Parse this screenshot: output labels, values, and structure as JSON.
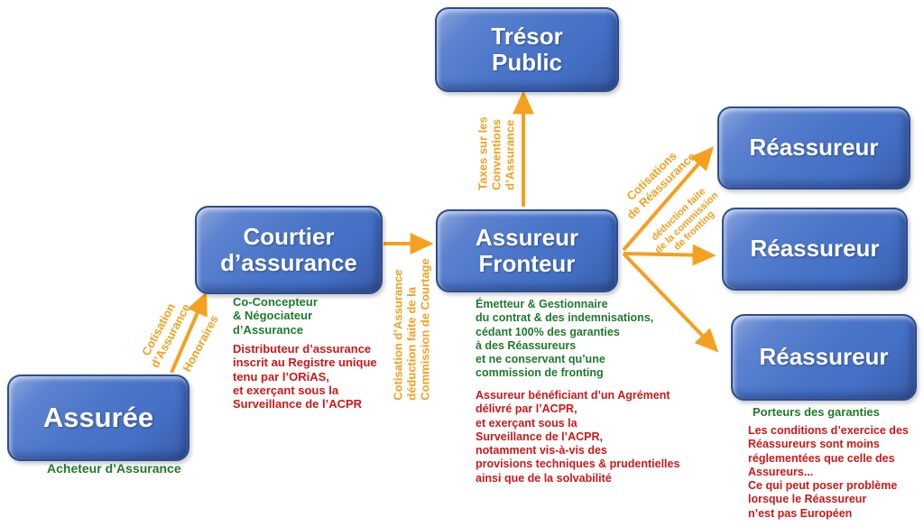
{
  "diagram": {
    "colors": {
      "box_fill": "#4a75c8",
      "box_border": "#2d4d92",
      "arrow_orange": "#f5a01e",
      "note_green": "#1e7b2c",
      "note_red": "#d01717"
    },
    "nodes": {
      "tresor": {
        "label": "Trésor\nPublic"
      },
      "courtier": {
        "label": "Courtier\nd’assurance"
      },
      "assureur": {
        "label": "Assureur\nFronteur"
      },
      "reassureur1": {
        "label": "Réassureur"
      },
      "reassureur2": {
        "label": "Réassureur"
      },
      "reassureur3": {
        "label": "Réassureur"
      },
      "assuree": {
        "label": "Assurée"
      }
    },
    "flow_labels": {
      "cotisation_assurance": "Cotisation\nd’Assurance",
      "honoraires": "Honoraires",
      "cotisation_deduction": "Cotisation d’Assurance\ndéduction faite de la\nCommission de Courtage",
      "taxes": "Taxes sur les\nConventions\nd’Assurance",
      "cotisations_reassurance": "Cotisations\nde Réassurance",
      "deduction_fronting": "déduction faite\nde la commission\nde fronting"
    },
    "notes": {
      "assuree_green": "Acheteur d’Assurance",
      "courtier_green": "Co-Concepteur\n& Négociateur\nd’Assurance",
      "courtier_red": "Distributeur d’assurance\ninscrit au Registre unique\ntenu par l’ORiAS,\net exerçant sous la\nSurveillance de l’ACPR",
      "assureur_green": "Émetteur & Gestionnaire\ndu contrat & des indemnisations,\ncédant 100% des garanties\nà des Réassureurs\net ne conservant qu’une\ncommission de fronting",
      "assureur_red": "Assureur bénéficiant d’un Agrément\ndélivré par l’ACPR,\net exerçant sous la\nSurveillance de l’ACPR,\nnotamment vis-à-vis des\nprovisions techniques & prudentielles\nainsi que de la solvabilité",
      "reassureur_green": "Porteurs des garanties",
      "reassureur_red": "Les conditions d’exercice des\nRéassureurs sont moins\nréglementées que celle des\nAssureurs...\nCe qui peut poser problème\nlorsque le Réassureur\nn’est pas Européen"
    }
  }
}
